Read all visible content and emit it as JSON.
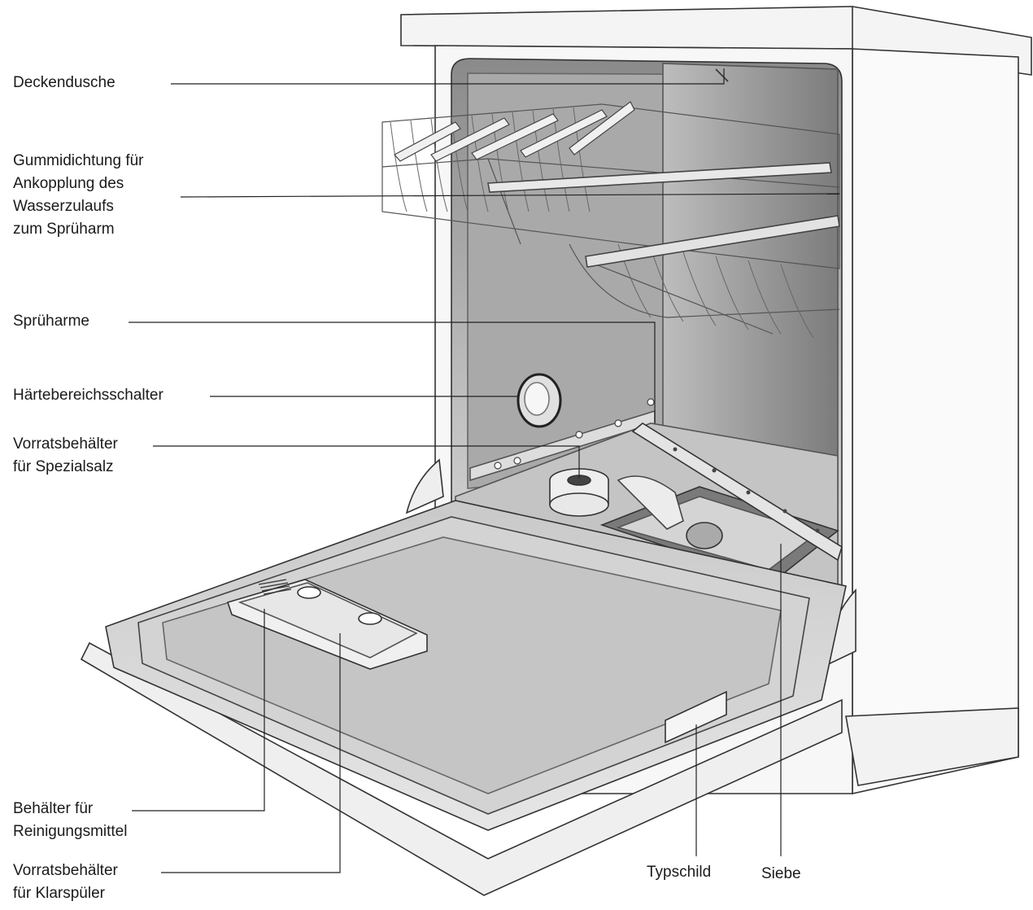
{
  "diagram": {
    "labels": {
      "deckendusche": "Deckendusche",
      "gummidichtung": [
        "Gummidichtung für",
        "Ankopplung des",
        "Wasserzulaufs",
        "zum Sprüharm"
      ],
      "spruharme": "Sprüharme",
      "haertebereichsschalter": "Härtebereichsschalter",
      "vorrat_salz": [
        "Vorratsbehälter",
        "für Spezialsalz"
      ],
      "behaelter_reiniger": [
        "Behälter für",
        "Reinigungsmittel"
      ],
      "vorrat_klarspueler": [
        "Vorratsbehälter",
        "für Klarspüler"
      ],
      "typschild": "Typschild",
      "siebe": "Siebe"
    }
  }
}
